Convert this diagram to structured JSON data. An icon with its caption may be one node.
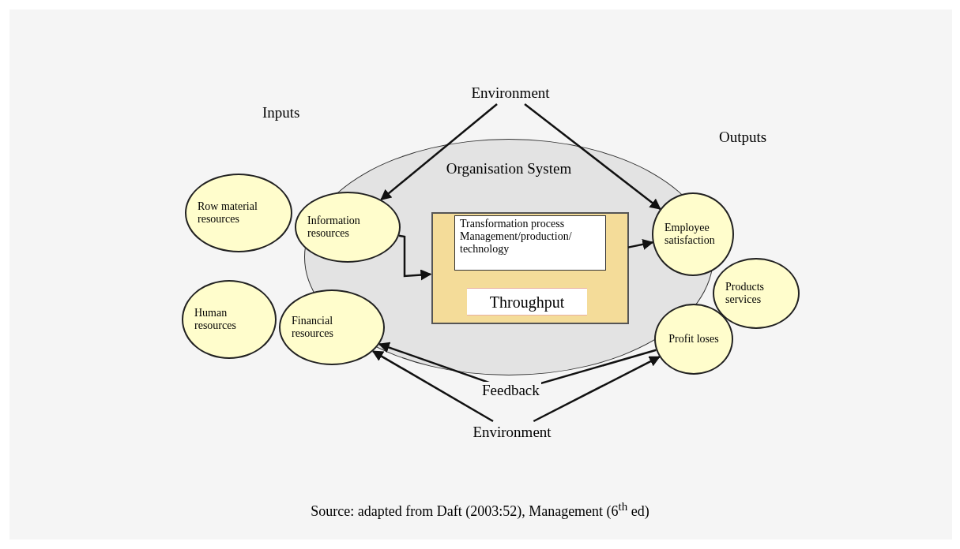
{
  "diagram": {
    "caption": "Source: adapted from Daft (2003:52), Management (6$^{th}$ ed)",
    "nodes": [
      {
        "text": [
          "Environment"
        ]
      },
      {
        "text": [
          "Organisation System"
        ]
      },
      {
        "text": [
          "Row material resources"
        ]
      },
      {
        "text": [
          "Information resources"
        ]
      },
      {
        "text": [
          "Human resources"
        ]
      },
      {
        "text": [
          "Financial resources"
        ]
      },
      {
        "text": [],
        "shape": "box",
        "in": 1
      },
      {
        "text": [
          "Transformation process Management/production/ technology"
        ],
        "in": 6
      },
      {
        "text": [
          "Throughput"
        ],
        "in": 6
      },
      {
        "text": [
          "Employee satisfaction"
        ]
      },
      {
        "text": [
          "Products services"
        ]
      },
      {
        "text": [
          "Profit loses"
        ]
      },
      {
        "text": [
          "Environment"
        ]
      }
    ],
    "edges": [
      {
        "from": 0,
        "to": 3,
        "arrow": "to"
      },
      {
        "from": 0,
        "to": 9,
        "arrow": "to"
      },
      {
        "from": 3,
        "to": 6,
        "arrow": "to"
      },
      {
        "from": 6,
        "to": 9,
        "arrow": "to"
      },
      {
        "from": 11,
        "to": 5,
        "arrow": "to",
        "label": "Feedback"
      },
      {
        "from": 12,
        "to": 5,
        "arrow": "to"
      },
      {
        "from": 12,
        "to": 11,
        "arrow": "to"
      }
    ],
    "labels": [
      "Inputs",
      "Outputs"
    ]
  }
}
